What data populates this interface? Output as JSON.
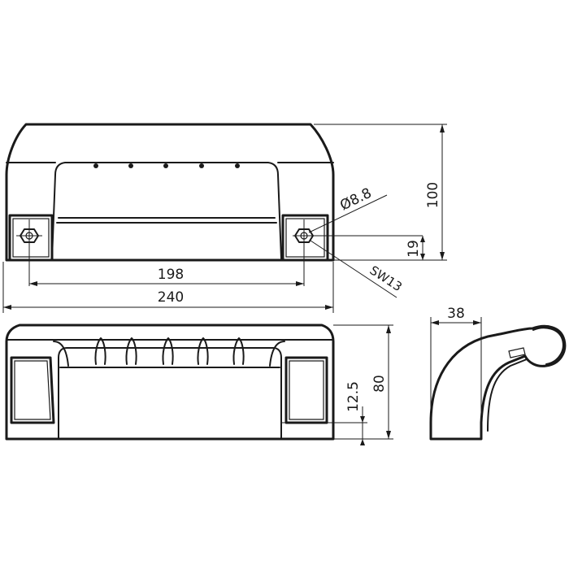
{
  "dimensions": {
    "hole_spacing": "198",
    "overall_length": "240",
    "height_top_view": "100",
    "hole_center_height": "19",
    "hole_diameter": "Ø8.8",
    "wrench_size": "SW13",
    "front_height": "80",
    "front_offset": "12.5",
    "side_depth": "38"
  }
}
